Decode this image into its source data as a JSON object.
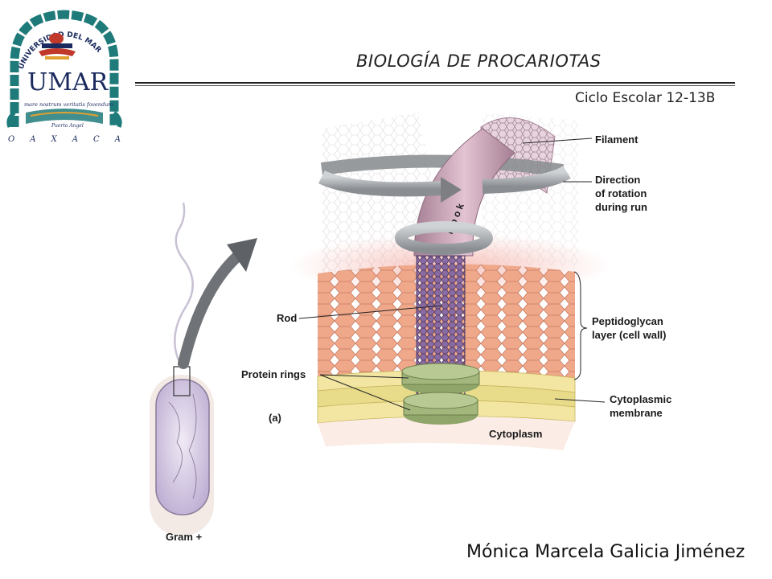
{
  "header": {
    "title": "BIOLOGÍA DE PROCARIOTAS",
    "cycle": "Ciclo Escolar 12-13B"
  },
  "logo": {
    "arc_text": "UNIVERSIDAD DEL MAR",
    "monogram": "UMAR",
    "motto": "mare nostrum veritatis fovendum",
    "place": "Puerto Angel",
    "state": "O A X A C A",
    "colors": {
      "teal": "#1f7a7a",
      "red": "#c0392b",
      "navy": "#1b2a5e"
    }
  },
  "figure": {
    "labels": {
      "filament": "Filament",
      "direction_line1": "Direction",
      "direction_line2": "of rotation",
      "direction_line3": "during run",
      "hook": "H o o k",
      "rod": "Rod",
      "peptido_line1": "Peptidoglycan",
      "peptido_line2": "layer (cell wall)",
      "protein_rings": "Protein rings",
      "cytomem_line1": "Cytoplasmic",
      "cytomem_line2": "membrane",
      "cytoplasm": "Cytoplasm",
      "panel": "(a)",
      "gram": "Gram +"
    },
    "colors": {
      "filament": "#cfa3b8",
      "hook": "#c8a0b4",
      "rod": "#7a5a90",
      "peptidoglycan": "#e8a084",
      "protein_ring": "#9cb07a",
      "membrane": "#e8dc8a",
      "cell": "#d8cde6",
      "arrow": "#7d7f83"
    }
  },
  "footer": {
    "author": "Mónica Marcela Galicia Jiménez"
  }
}
